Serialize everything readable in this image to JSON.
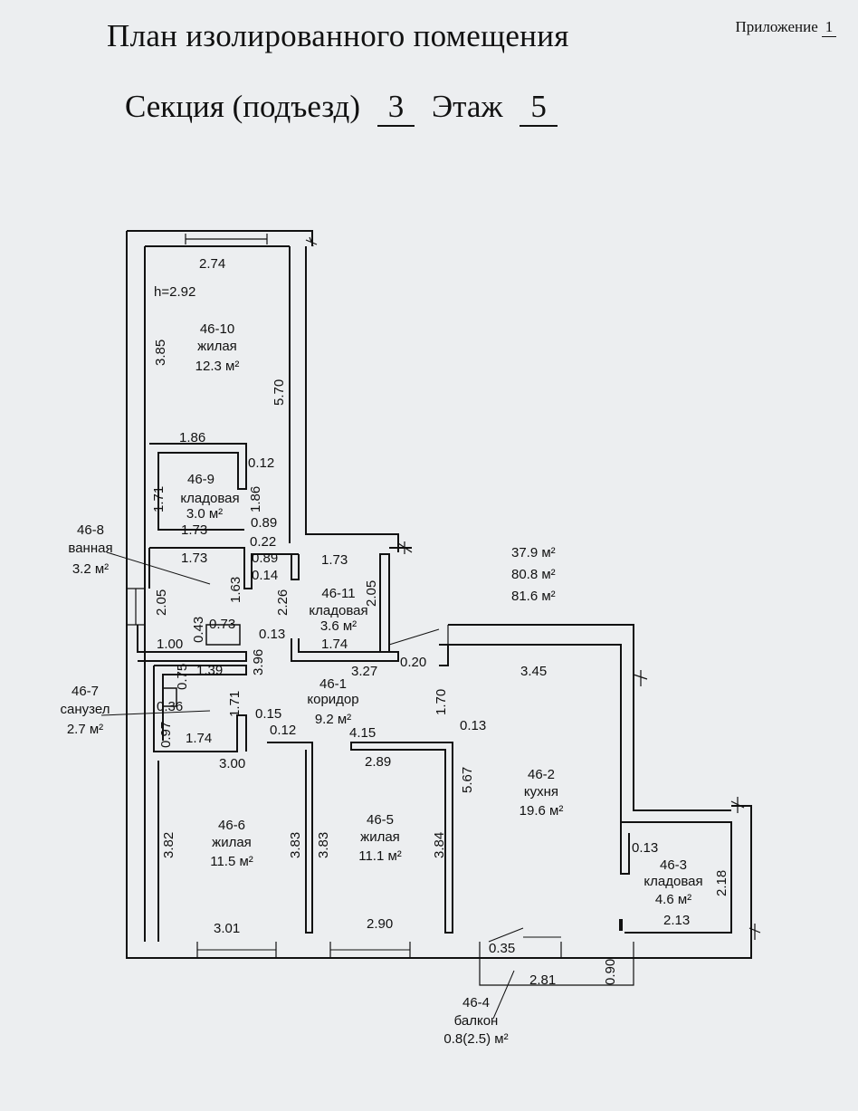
{
  "header": {
    "appendix_label": "Приложение",
    "appendix_number": "1",
    "title": "План изолированного помещения",
    "section_label": "Секция (подъезд)",
    "section_value": "3",
    "floor_label": "Этаж",
    "floor_value": "5"
  },
  "totals": {
    "area_1": "37.9  м²",
    "area_2": "80.8  м²",
    "area_3": "81.6  м²"
  },
  "height": "h=2.92",
  "rooms": {
    "r10": {
      "id": "46-10",
      "type": "жилая",
      "area": "12.3 м²"
    },
    "r9": {
      "id": "46-9",
      "type": "кладовая",
      "area": "3.0 м²"
    },
    "r8": {
      "id": "46-8",
      "type": "ванная",
      "area": "3.2 м²"
    },
    "r11": {
      "id": "46-11",
      "type": "кладовая",
      "area": "3.6 м²"
    },
    "r1": {
      "id": "46-1",
      "type": "коридор",
      "area": "9.2 м²"
    },
    "r7": {
      "id": "46-7",
      "type": "санузел",
      "area": "2.7 м²"
    },
    "r6": {
      "id": "46-6",
      "type": "жилая",
      "area": "11.5 м²"
    },
    "r5": {
      "id": "46-5",
      "type": "жилая",
      "area": "11.1 м²"
    },
    "r2": {
      "id": "46-2",
      "type": "кухня",
      "area": "19.6 м²"
    },
    "r3": {
      "id": "46-3",
      "type": "кладовая",
      "area": "4.6 м²"
    },
    "r4": {
      "id": "46-4",
      "type": "балкон",
      "area": "0.8(2.5) м²"
    }
  },
  "dims": {
    "d274": "2.74",
    "d385": "3.85",
    "d570": "5.70",
    "d186a": "1.86",
    "d012a": "0.12",
    "d171a": "1.71",
    "d186b": "1.86",
    "d173a": "1.73",
    "d089a": "0.89",
    "d022": "0.22",
    "d173b": "1.73",
    "d089b": "0.89",
    "d014": "0.14",
    "d173c": "1.73",
    "d205a": "2.05",
    "d163": "1.63",
    "d226": "2.26",
    "d205b": "2.05",
    "d043": "0.43",
    "d073": "0.73",
    "d013a": "0.13",
    "d100": "1.00",
    "d174a": "1.74",
    "d139": "1.39",
    "d396": "3.96",
    "d327": "3.27",
    "d020": "0.20",
    "d075": "0.75",
    "d036": "0.36",
    "d171b": "1.71",
    "d015": "0.15",
    "d097": "0.97",
    "d174b": "1.74",
    "d012b": "0.12",
    "d415": "4.15",
    "d013b": "0.13",
    "d300": "3.00",
    "d289": "2.89",
    "d170": "1.70",
    "d345": "3.45",
    "d567": "5.67",
    "d382": "3.82",
    "d383a": "3.83",
    "d383b": "3.83",
    "d384": "3.84",
    "d013c": "0.13",
    "d218": "2.18",
    "d301": "3.01",
    "d290": "2.90",
    "d035": "0.35",
    "d213": "2.13",
    "d090": "0.90",
    "d281": "2.81"
  }
}
